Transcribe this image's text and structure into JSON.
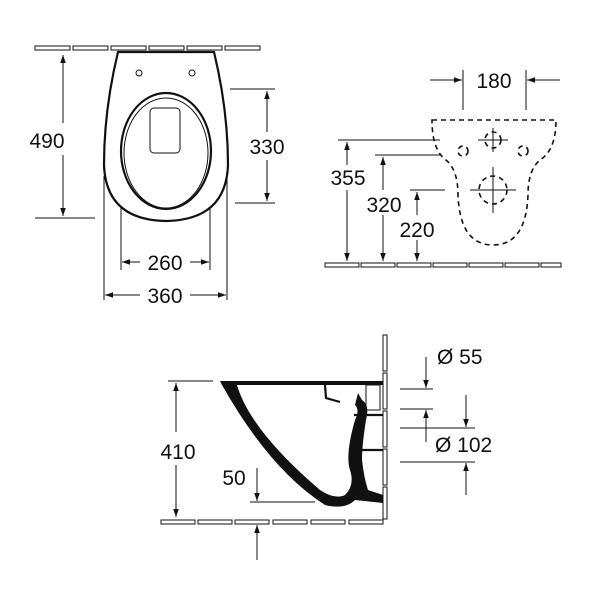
{
  "top_view": {
    "depth": "490",
    "seat_opening_length": "330",
    "seat_opening_width": "260",
    "overall_width": "360"
  },
  "rear_view": {
    "fixing_spacing": "180",
    "height_upper": "355",
    "height_fixing": "320",
    "height_outlet": "220"
  },
  "side_view": {
    "height": "410",
    "water_level": "50",
    "inlet_diameter": "Ø 55",
    "outlet_diameter": "Ø 102"
  },
  "colors": {
    "line": "#111111",
    "background": "#ffffff"
  }
}
